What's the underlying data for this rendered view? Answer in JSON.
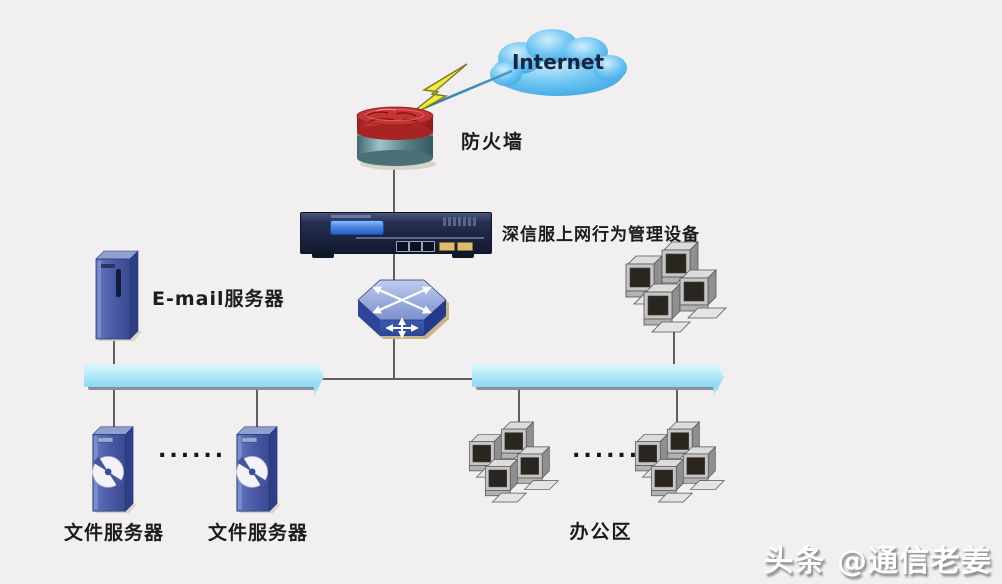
{
  "internet": {
    "label": "Internet",
    "icon": "internet-cloud-icon"
  },
  "wan_link": {
    "icon": "lightning-bolt-icon"
  },
  "firewall": {
    "label": "防火墙",
    "icon": "firewall-cylinder-icon"
  },
  "appliance": {
    "label": "深信服上网行为管理设备",
    "icon": "rack-appliance-icon"
  },
  "core_switch": {
    "icon": "layer3-switch-icon"
  },
  "bus": {
    "icon": "network-bus-bar"
  },
  "email_server": {
    "label": "E-mail服务器",
    "icon": "server-tower-icon"
  },
  "file_servers": {
    "label_1": "文件服务器",
    "label_2": "文件服务器",
    "ellipsis": "......",
    "icon": "file-server-tower-icon"
  },
  "office": {
    "label": "办公区",
    "ellipsis": "......",
    "icon": "workstation-cluster-icon"
  },
  "lan_cluster": {
    "icon": "workstation-cluster-icon"
  },
  "watermark": {
    "label": "头条 @通信老姜"
  },
  "colors": {
    "background": "#f1eff0",
    "cloud_blue": "#4cb4ed",
    "bolt_yellow": "#f2e93c",
    "firewall_red": "#c62f2f",
    "firewall_body": "#5c8187",
    "appliance_navy": "#1f2a47",
    "switch_blue": "#3a54a8",
    "tower_blue": "#4a5ca6",
    "bus_cyan": "#aee6f8",
    "line_gray": "#5f5f5f",
    "watermark_white": "#ffffff"
  }
}
